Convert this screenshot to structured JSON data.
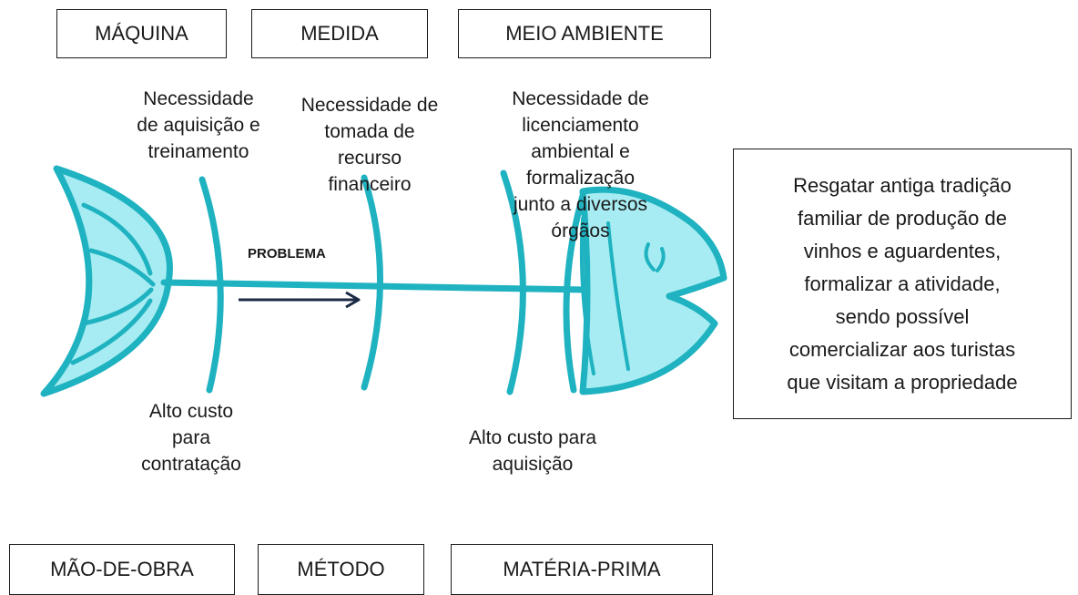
{
  "categories": {
    "maquina": "MÁQUINA",
    "medida": "MEDIDA",
    "meio_ambiente": "MEIO AMBIENTE",
    "mao_de_obra": "MÃO-DE-OBRA",
    "metodo": "MÉTODO",
    "materia_prima": "MATÉRIA-PRIMA"
  },
  "causes": {
    "maquina_top": [
      "Necessidade",
      "de aquisição e",
      "treinamento"
    ],
    "medida_top": [
      "Necessidade de",
      "tomada de",
      "recurso",
      "financeiro"
    ],
    "meio_ambiente_top": [
      "Necessidade de",
      "licenciamento",
      "ambiental e",
      "formalização",
      "junto a diversos",
      "órgãos"
    ],
    "mao_de_obra_bottom": [
      "Alto custo",
      "para",
      "contratação"
    ],
    "materia_prima_bottom": [
      "Alto custo para",
      "aquisição"
    ]
  },
  "problem_label": "PROBLEMA",
  "effect_lines": [
    "Resgatar antiga tradição",
    "familiar de produção de",
    "vinhos e aguardentes,",
    "formalizar a atividade,",
    "sendo possível",
    "comercializar aos turistas",
    "que visitam a propriedade"
  ],
  "colors": {
    "fish_stroke": "#1fb2c0",
    "fish_fill": "#a6ecf2",
    "arrow": "#1c2a45"
  }
}
